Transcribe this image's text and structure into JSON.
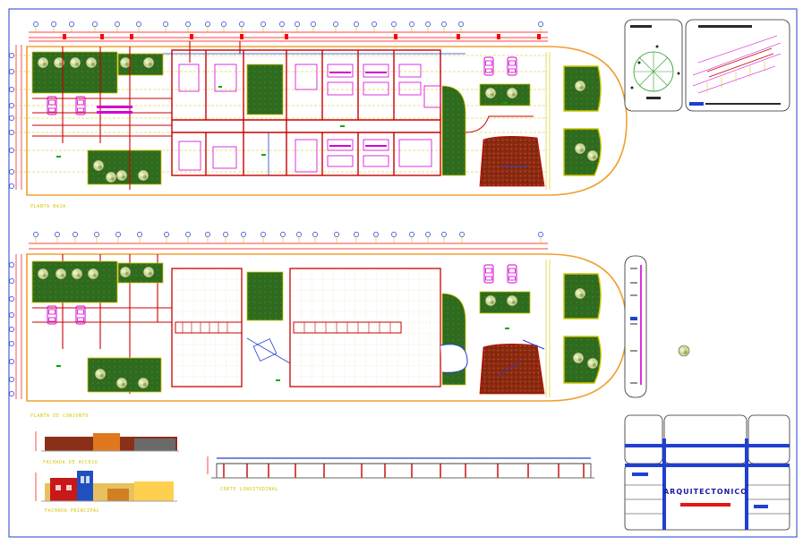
{
  "sheet": {
    "labels": {
      "ground_floor": "PLANTA BAJA",
      "site_plan": "PLANTA DE CONJUNTO",
      "side_facade": "FACHADA DE ACCESO",
      "main_facade": "FACHADA PRINCIPAL",
      "section": "CORTE LONGITUDINAL"
    },
    "title_block": {
      "firm_name": "ARQUITECTONICO"
    },
    "colors": {
      "wall": "#c80000",
      "dimension": "#ff0000",
      "grid": "#d4c400",
      "furniture": "#d400d4",
      "landscape": "#2e6b1e",
      "paving": "#8b2a10",
      "outline": "#f0a030",
      "title": "#1a1aa0"
    }
  }
}
